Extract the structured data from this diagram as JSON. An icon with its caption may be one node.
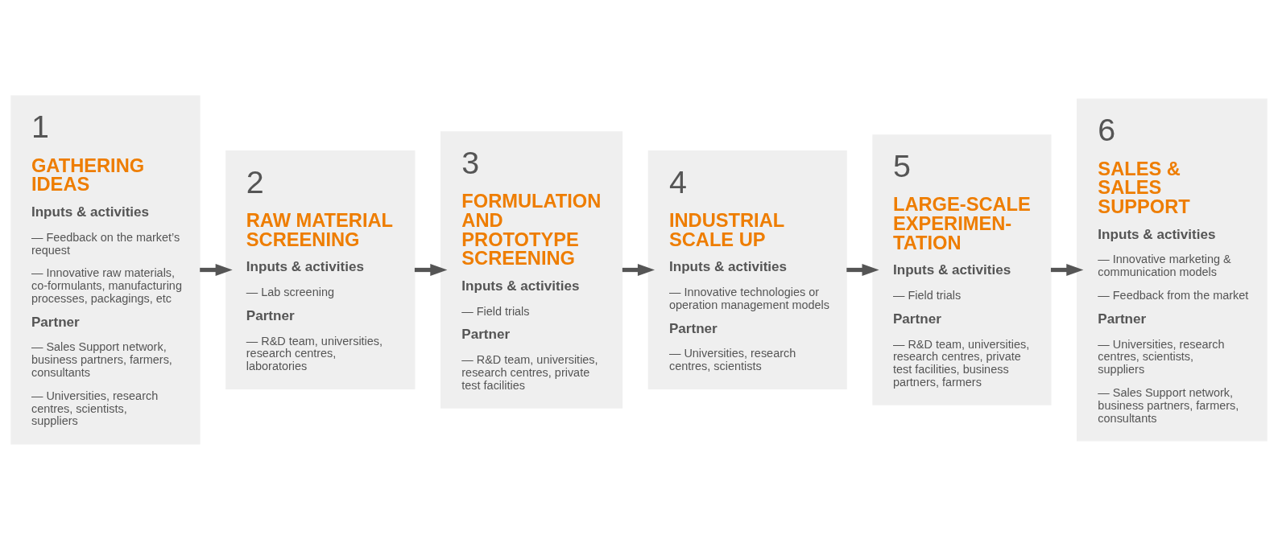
{
  "diagram": {
    "nodes": [
      {
        "text": [
          "1",
          "GATHERING IDEAS",
          "Inputs & activities",
          "— Feedback on the market’s request",
          "— Innovative raw materials, co-formulants, manufacturing processes, packagings, etc",
          "Partner",
          "— Sales Support network, business partners, farmers, consultants",
          "— Universities, research centres, scientists, suppliers"
        ]
      },
      {
        "text": [
          "2",
          "RAW MATERIAL SCREENING",
          "Inputs & activities",
          "— Lab screening",
          "Partner",
          "— R&D team, universities, research centres, laboratories"
        ]
      },
      {
        "text": [
          "3",
          "FORMULATION AND PROTOTYPE SCREENING",
          "Inputs & activities",
          "— Field trials",
          "Partner",
          "— R&D team, universities, research centres, private test facilities"
        ]
      },
      {
        "text": [
          "4",
          "INDUSTRIAL SCALE UP",
          "Inputs & activities",
          "— Innovative technologies or operation management models",
          "Partner",
          "— Universities, research centres, scientists"
        ]
      },
      {
        "text": [
          "5",
          "LARGE-SCALE EXPERIMEN- TATION",
          "Inputs & activities",
          "— Field trials",
          "Partner",
          "— R&D team, universities, research centres, private test facilities, business partners, farmers"
        ]
      },
      {
        "text": [
          "6",
          "SALES & SALES SUPPORT",
          "Inputs & activities",
          "— Innovative marketing & communication models",
          "— Feedback from the market",
          "Partner",
          "— Universities, research centres, scientists, suppliers",
          "— Sales Support network, business partners, farmers, consultants"
        ]
      }
    ],
    "edges": [
      {
        "from": 0,
        "to": 1,
        "arrow": "to"
      },
      {
        "from": 1,
        "to": 2,
        "arrow": "to"
      },
      {
        "from": 2,
        "to": 3,
        "arrow": "to"
      },
      {
        "from": 3,
        "to": 4,
        "arrow": "to"
      },
      {
        "from": 4,
        "to": 5,
        "arrow": "to"
      }
    ]
  }
}
